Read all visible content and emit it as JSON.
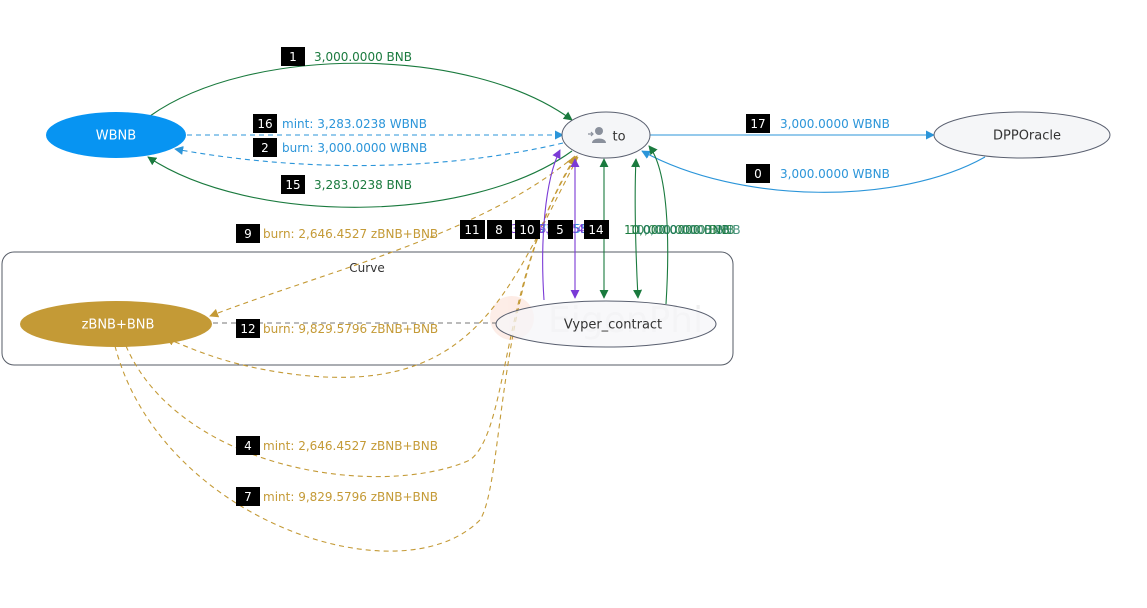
{
  "colors": {
    "green": "#1a7a3e",
    "blue": "#2b95d9",
    "gold": "#c49a36",
    "purple": "#7a3ad6",
    "wbnb_fill": "#0794f2",
    "zbnb_fill": "#c49a36",
    "node_fill": "#f5f6f8",
    "node_stroke": "#5a6070"
  },
  "cluster": {
    "label": "Curve"
  },
  "nodes": {
    "wbnb": {
      "label": "WBNB"
    },
    "to": {
      "label": "to",
      "icon": "user-arrow-icon"
    },
    "dpporacle": {
      "label": "DPPOracle"
    },
    "zbnb": {
      "label": "zBNB+BNB"
    },
    "vyper": {
      "label": "Vyper_contract"
    }
  },
  "watermark": {
    "text": "EigenPhi"
  },
  "edges": {
    "e1": {
      "badge": "1",
      "text": "3,000.0000 BNB"
    },
    "e16": {
      "badge": "16",
      "text": "mint:   3,283.0238 WBNB"
    },
    "e2": {
      "badge": "2",
      "text": "burn:   3,000.0000 WBNB"
    },
    "e15": {
      "badge": "15",
      "text": "3,283.0238 BNB"
    },
    "e17": {
      "badge": "17",
      "text": "3,000.0000 WBNB"
    },
    "e0": {
      "badge": "0",
      "text": "3,000.0000 WBNB"
    },
    "e9": {
      "badge": "9",
      "text": "burn:   2,646.4527 zBNB+BNB"
    },
    "e12": {
      "badge": "12",
      "text": "burn:   9,829.5796 zBNB+BNB"
    },
    "e4": {
      "badge": "4",
      "text": "mint:   2,646.4527 zBNB+BNB"
    },
    "e7": {
      "badge": "7",
      "text": "mint:   9,829.5796 zBNB+BNB"
    },
    "e11": {
      "badge": "11"
    },
    "e8": {
      "badge": "8"
    },
    "e10": {
      "badge": "10"
    },
    "e5": {
      "badge": "5"
    },
    "e14": {
      "badge": "14"
    },
    "overlap_purple": {
      "text": "36,793.4558"
    },
    "overlap_green": {
      "text": "10,000.0000 BNB"
    }
  }
}
